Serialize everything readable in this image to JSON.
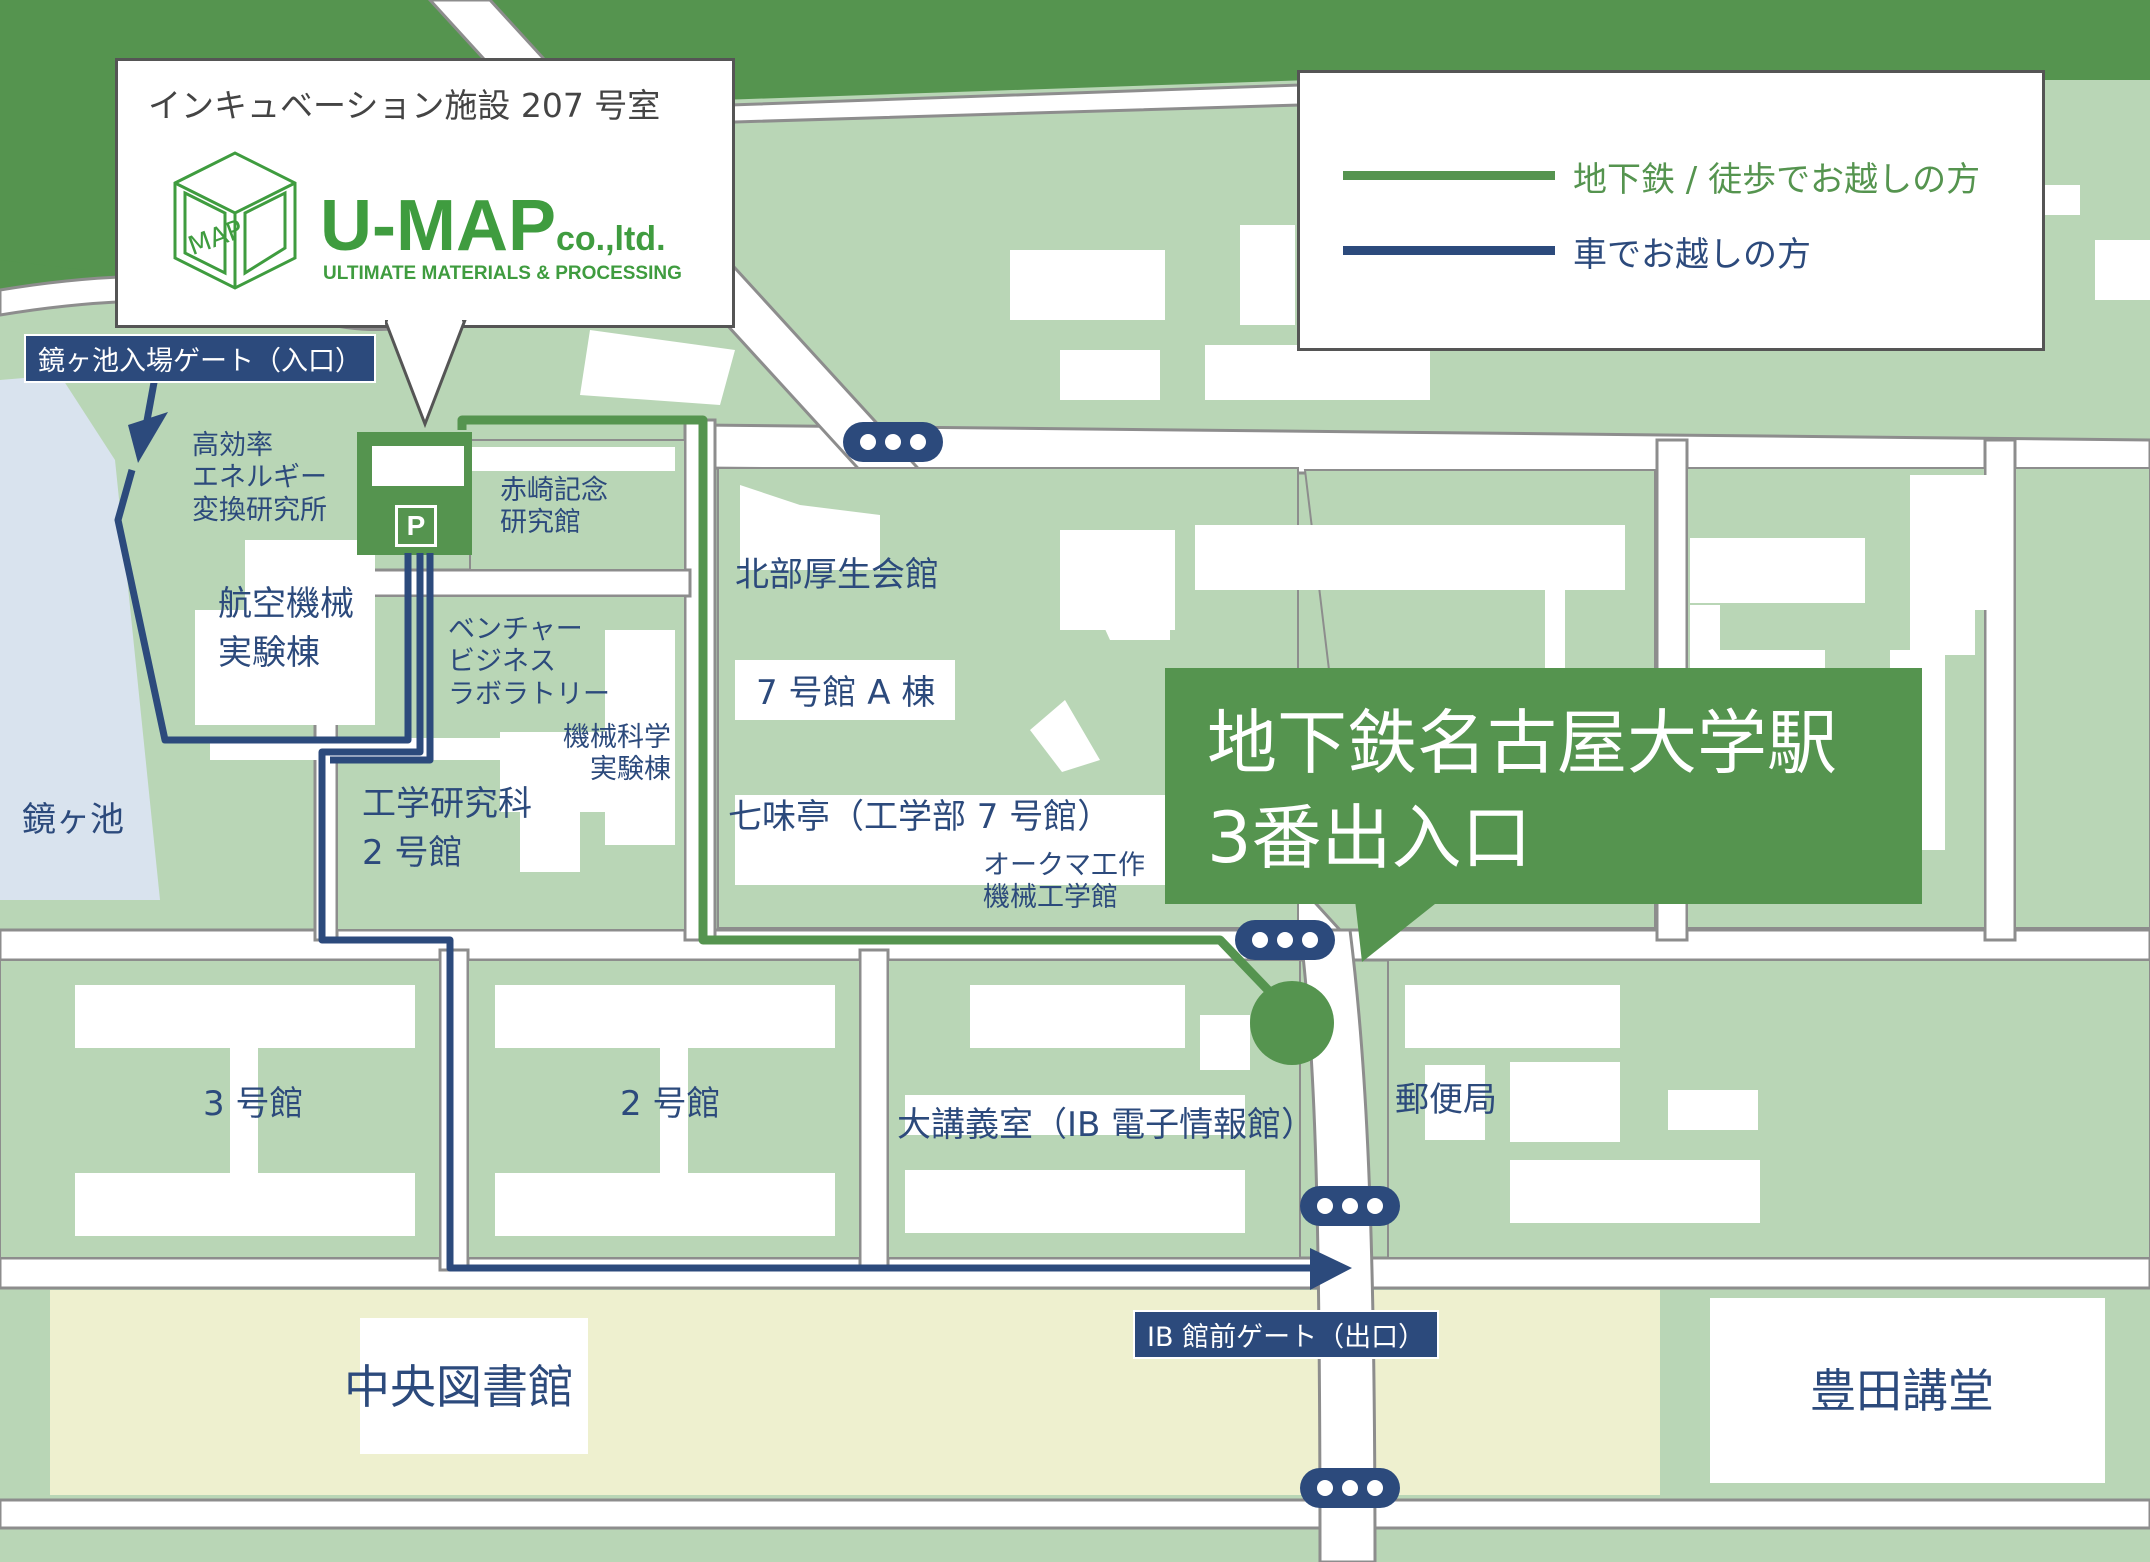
{
  "callout": {
    "room": "インキュベーション施設 207 号室",
    "logo_main": "U-MAP",
    "logo_suffix": "co.,ltd.",
    "logo_sub": "ULTIMATE MATERIALS & PROCESSING",
    "logo_mark_text": "MAP"
  },
  "legend": {
    "items": [
      {
        "label": "地下鉄 / 徒歩でお越しの方",
        "color": "#55944f"
      },
      {
        "label": "車でお越しの方",
        "color": "#2c4a7c"
      }
    ]
  },
  "station": {
    "line1": "地下鉄名古屋大学駅",
    "line2": "3番出入口"
  },
  "gates": {
    "entry": "鏡ヶ池入場ゲート（入口）",
    "exit": "IB 館前ゲート（出口）"
  },
  "parking": {
    "symbol": "P"
  },
  "buildings": {
    "energy": "高効率\nエネルギー\n変換研究所",
    "akasaki": "赤崎記念\n研究館",
    "aerospace": "航空機械\n実験棟",
    "venture": "ベンチャー\nビジネス\nラボラトリー",
    "mech_sci": "機械科学\n実験棟",
    "eng2": "工学研究科\n2 号館",
    "north_welfare": "北部厚生会館",
    "b7a": "7 号館 A 棟",
    "shichimi": "七味亭（工学部 7 号館）",
    "okuma": "オークマ工作\n機械工学館",
    "b3": "3 号館",
    "b2": "2 号館",
    "lecture": "大講義室（IB 電子情報館）",
    "post": "郵便局",
    "library": "中央図書館",
    "toyoda": "豊田講堂",
    "pond": "鏡ヶ池"
  },
  "colors": {
    "ground": "#b9d6b6",
    "park": "#55944f",
    "road": "#ffffff",
    "road_edge": "#8d8d8d",
    "water": "#d9e3ee",
    "library_zone": "#eef0cf",
    "walk_route": "#55944f",
    "car_route": "#2c4a7c"
  }
}
